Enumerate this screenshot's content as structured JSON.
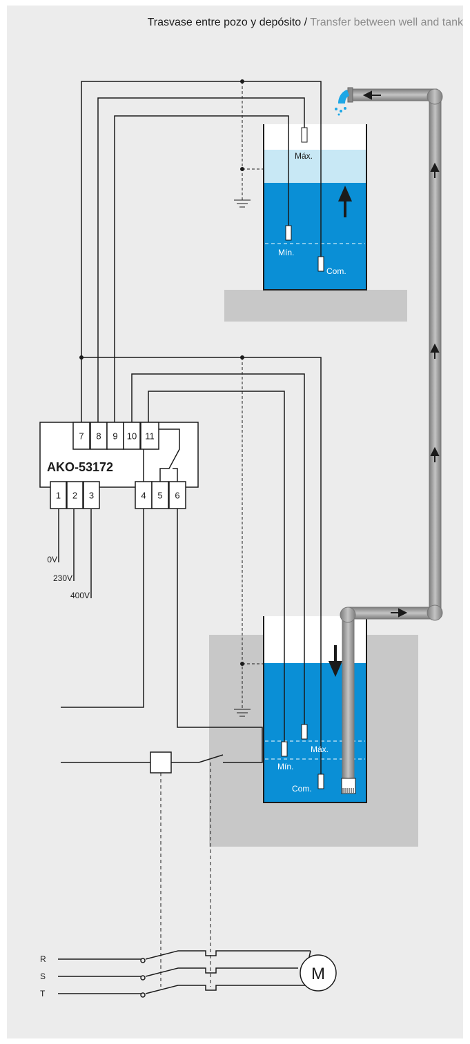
{
  "header": {
    "title_es": "Trasvase entre pozo y depósito",
    "separator": " / ",
    "title_en": "Transfer between well and tank"
  },
  "controller": {
    "model": "AKO-53172",
    "top_terminals": [
      "7",
      "8",
      "9",
      "10",
      "11"
    ],
    "supply_terminals": [
      "1",
      "2",
      "3"
    ],
    "relay_terminals": [
      "4",
      "5",
      "6"
    ],
    "supply_voltages": [
      "0V",
      "230V",
      "400V"
    ]
  },
  "upper_tank": {
    "probe_max": "Máx.",
    "probe_min": "Mín.",
    "probe_com": "Com."
  },
  "well": {
    "probe_max": "Máx.",
    "probe_min": "Mín.",
    "probe_com": "Com."
  },
  "power": {
    "phases": [
      "R",
      "S",
      "T"
    ],
    "motor": "M"
  },
  "colors": {
    "background": "#ececec",
    "water": "#0a8fd6",
    "water_light": "#c8e8f5",
    "ground": "#c8c8c8",
    "pipe": "#999999",
    "wire": "#1b1b1b"
  }
}
